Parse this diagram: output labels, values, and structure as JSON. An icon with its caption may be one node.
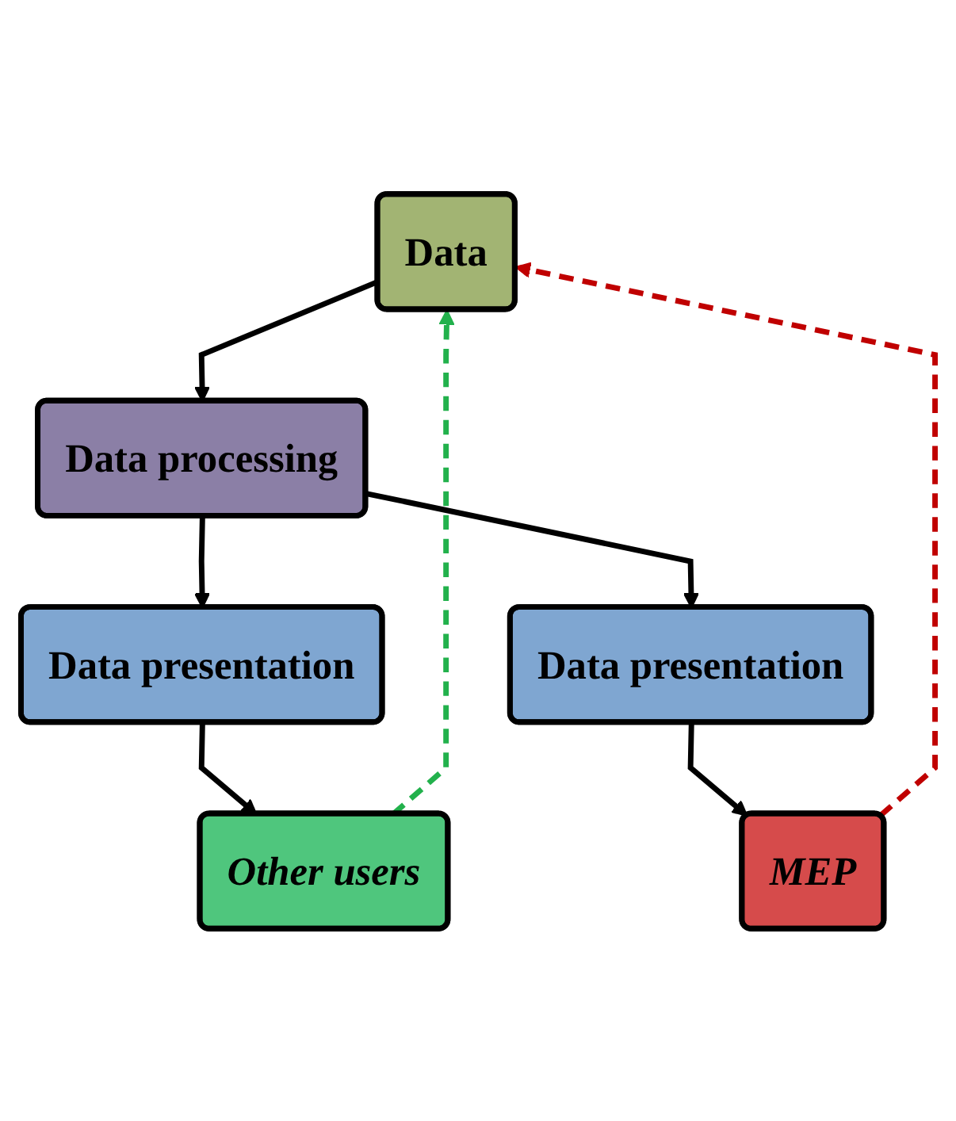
{
  "diagram": {
    "nodes": [
      {
        "text": [
          "Data"
        ]
      },
      {
        "text": [
          "Data processing"
        ]
      },
      {
        "text": [
          "Data presentation"
        ]
      },
      {
        "text": [
          "Data presentation"
        ]
      },
      {
        "text": [
          "Other users"
        ]
      },
      {
        "text": [
          "MEP"
        ]
      }
    ],
    "edges": [
      {
        "from": 0,
        "to": 1,
        "arrow": "to"
      },
      {
        "from": 1,
        "to": 2,
        "arrow": "to"
      },
      {
        "from": 1,
        "to": 3,
        "arrow": "to"
      },
      {
        "from": 2,
        "to": 4,
        "arrow": "to"
      },
      {
        "from": 3,
        "to": 5,
        "arrow": "to"
      },
      {
        "from": 4,
        "to": 0,
        "arrow": "to",
        "style": "dashed",
        "color": "#22b14c"
      },
      {
        "from": 5,
        "to": 0,
        "arrow": "to",
        "style": "dashed",
        "color": "#c00000"
      }
    ]
  }
}
